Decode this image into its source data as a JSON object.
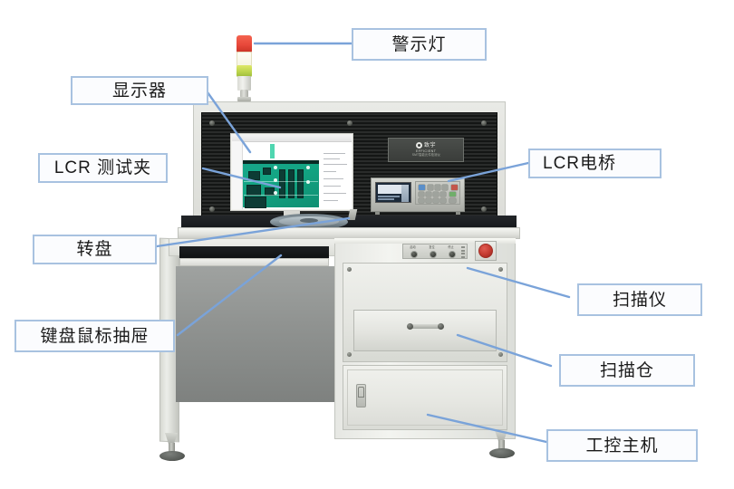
{
  "diagram": {
    "subject": "LCR 自动测试设备标注图",
    "callouts": [
      {
        "id": "warning-lamp",
        "label": "警示灯",
        "target": "塔式三色警示灯"
      },
      {
        "id": "display",
        "label": "显示器",
        "target": "监视器"
      },
      {
        "id": "lcr-test-fixture",
        "label": "LCR 测试夹",
        "target": "LCR 测试夹具"
      },
      {
        "id": "turntable",
        "label": "转盘",
        "target": "工作台转盘"
      },
      {
        "id": "keyboard-drawer",
        "label": "键盘鼠标抽屉",
        "target": "键盘鼠标抽屉"
      },
      {
        "id": "lcr-bridge",
        "label": "LCR电桥",
        "target": "LCR 电桥仪器"
      },
      {
        "id": "scanner",
        "label": "扫描仪",
        "target": "扫描仪机柜"
      },
      {
        "id": "scan-bay",
        "label": "扫描仓",
        "target": "扫描仓抽屉"
      },
      {
        "id": "ipc-host",
        "label": "工控主机",
        "target": "工控主机柜门"
      }
    ]
  },
  "machine": {
    "signal_lamp": {
      "segments": [
        "red",
        "clear",
        "green"
      ],
      "colors": {
        "red": "#e8483a",
        "clear": "#f6f4e2",
        "green": "#b9d24a"
      }
    },
    "brand_plate": {
      "name_cn": "致宇",
      "name_en": "EFFICIENT",
      "subtitle": "SMT智能元件检测仪"
    },
    "control_panel": {
      "buttons": [
        "启动",
        "复位",
        "停止"
      ],
      "emergency_stop": "急停",
      "estop_color": "#c33a30"
    },
    "monitor": {
      "content": "PCB 检测软件界面",
      "board_color": "#13a583"
    },
    "lcr_instrument": {
      "type": "LCR 电桥",
      "display_color": "#1c2a3a"
    }
  },
  "style": {
    "callout_border": "#a8c2e0",
    "callout_bg": "#fbfcfe",
    "leader_color": "#7aa3d9",
    "text_color": "#1a1a1a",
    "background": "#ffffff"
  }
}
